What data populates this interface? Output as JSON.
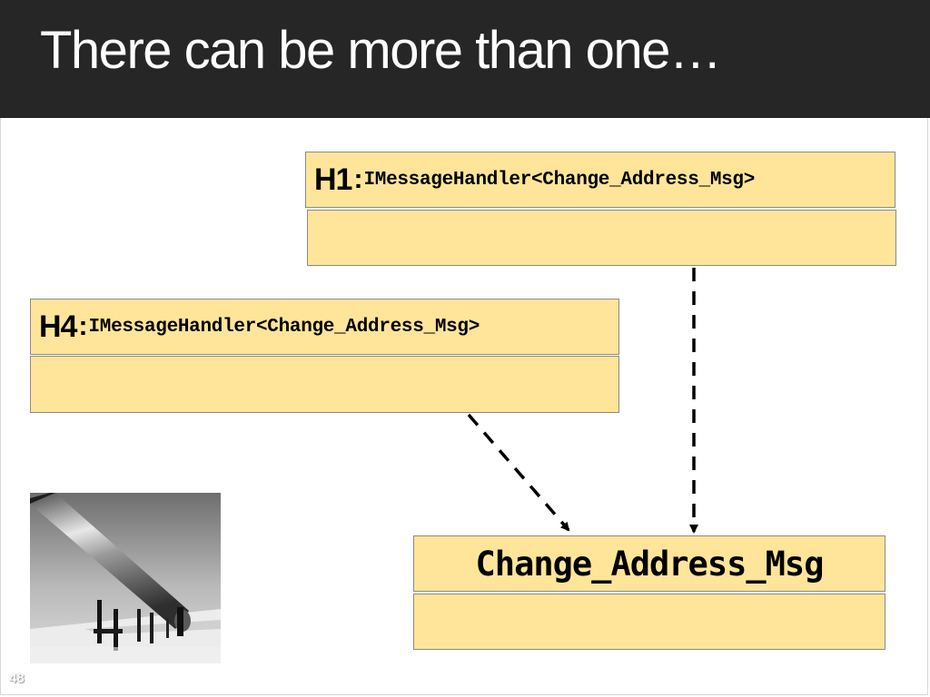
{
  "slide": {
    "title": "There can be more than one…",
    "page_number": "48"
  },
  "diagram": {
    "handlers": [
      {
        "id": "H1",
        "separator": ":",
        "type": "IMessageHandler<Change_Address_Msg>"
      },
      {
        "id": "H4",
        "separator": ":",
        "type": "IMessageHandler<Change_Address_Msg>"
      }
    ],
    "message": {
      "name": "Change_Address_Msg"
    },
    "connections": [
      {
        "from": "H1",
        "to": "Change_Address_Msg",
        "style": "dashed"
      },
      {
        "from": "H4",
        "to": "Change_Address_Msg",
        "style": "dashed"
      }
    ],
    "colors": {
      "box_fill": "#ffe599",
      "box_border": "#8a8a8a",
      "title_bar": "#262626"
    }
  },
  "image": {
    "icon": "pipeline-photo"
  }
}
